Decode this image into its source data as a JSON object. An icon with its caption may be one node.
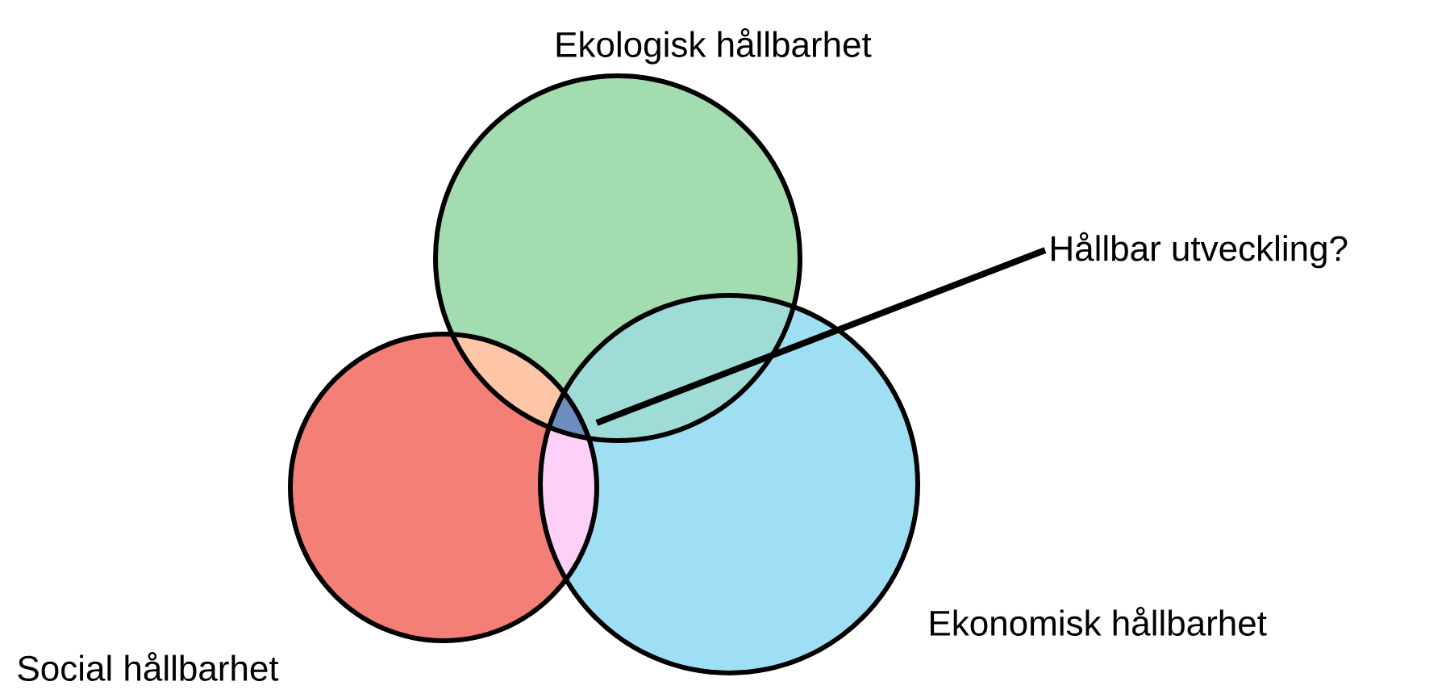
{
  "diagram": {
    "nodes": [
      {
        "text": [
          "Ekologisk hållbarhet"
        ]
      },
      {
        "text": [
          "Social hållbarhet"
        ]
      },
      {
        "text": [
          "Ekonomisk hållbarhet"
        ]
      },
      {
        "text": [
          "Hållbar utveckling?"
        ]
      }
    ],
    "edges": [
      {
        "from": 3,
        "to": 0,
        "arrow": "none"
      }
    ]
  }
}
